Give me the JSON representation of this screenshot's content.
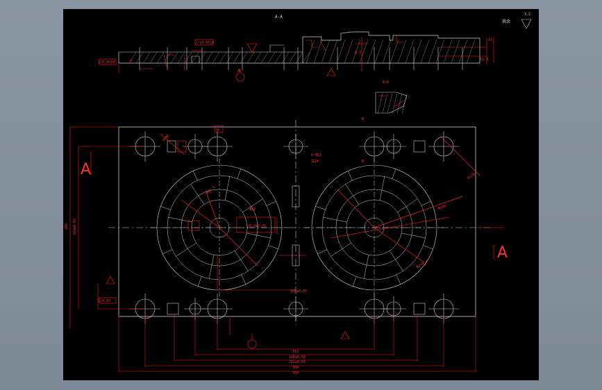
{
  "drawing": {
    "section_title": "A-A",
    "roughness_note": "其余",
    "roughness_symbol": "3.2",
    "section_label_a": "A",
    "detail_title": "B-B",
    "detail_b_top": "B",
    "detail_b_bottom": "B",
    "datum_a": "A",
    "dims_top": {
      "ref1": "1|0.03|A",
      "ref2": "//|0.05|A",
      "d_top": "13",
      "d_side": "6.3",
      "d_gap": "11.3"
    },
    "dims_plan": {
      "w1": "153",
      "w2": "188±0.05",
      "w3": "212±0.05",
      "w4": "300",
      "w5": "350",
      "h1": "380",
      "h2": "310±0.05",
      "r1": "Φ20.5",
      "r2": "R120",
      "r3": "Φ200",
      "r4": "Φ2×0.3",
      "r5": "Φ80",
      "ref_left": "1|0.03",
      "note_mid": "6-M12",
      "note_mid2": "深20",
      "note_dim": "20.3±0.05",
      "note_dim2": "160±0.05",
      "corner_note": "4×Φ6",
      "edge": "30"
    }
  }
}
